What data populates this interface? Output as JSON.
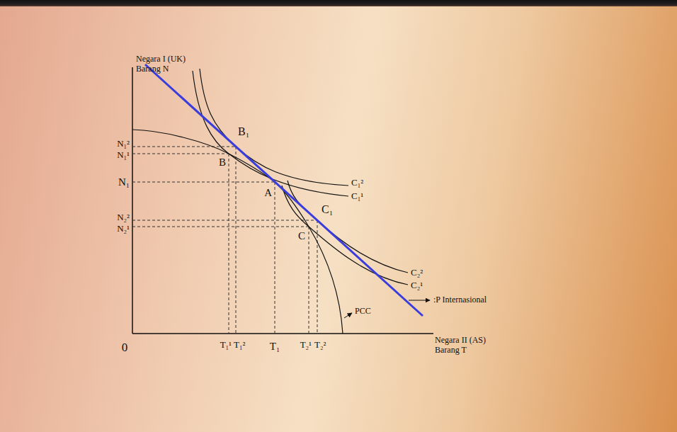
{
  "diagram": {
    "labels": [
      "Negara I (UK)",
      "Barang N",
      "N₁²",
      "N₁¹",
      "B₁",
      "B",
      "C₁²",
      "C₁¹",
      "N₁",
      "A",
      "N₂²",
      "C₁",
      "N₂¹",
      "C",
      "C₂²",
      "C₂¹",
      ":P Internasional",
      "PCC",
      "0",
      "T₁¹",
      "T₁²",
      "T₁",
      "T₂¹",
      "T₂²",
      "Negara II (AS)",
      "Barang T"
    ]
  }
}
